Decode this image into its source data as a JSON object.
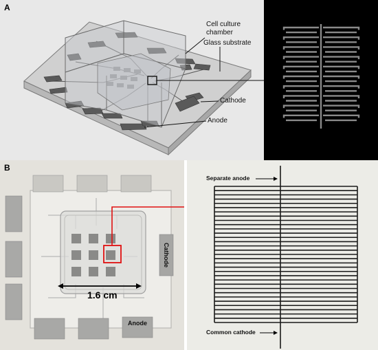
{
  "panel_a": {
    "label": "A",
    "annotations": {
      "cell_culture_chamber_line1": "Cell culture",
      "cell_culture_chamber_line2": "chamber",
      "glass_substrate": "Glass substrate",
      "cathode": "Cathode",
      "anode": "Anode"
    }
  },
  "panel_b": {
    "label": "B",
    "scale_bar": "1.6 cm",
    "cathode_tag": "Cathode",
    "anode_tag": "Anode",
    "separate_anode": "Separate anode",
    "common_cathode": "Common cathode"
  },
  "colors": {
    "background": "#ffffff",
    "render_bg": "#e6e6e6",
    "electrode_pad": "#5a5a5a",
    "inset_black": "#000000",
    "inset_trace": "#8a8a8a",
    "highlight_red": "#e01010"
  }
}
